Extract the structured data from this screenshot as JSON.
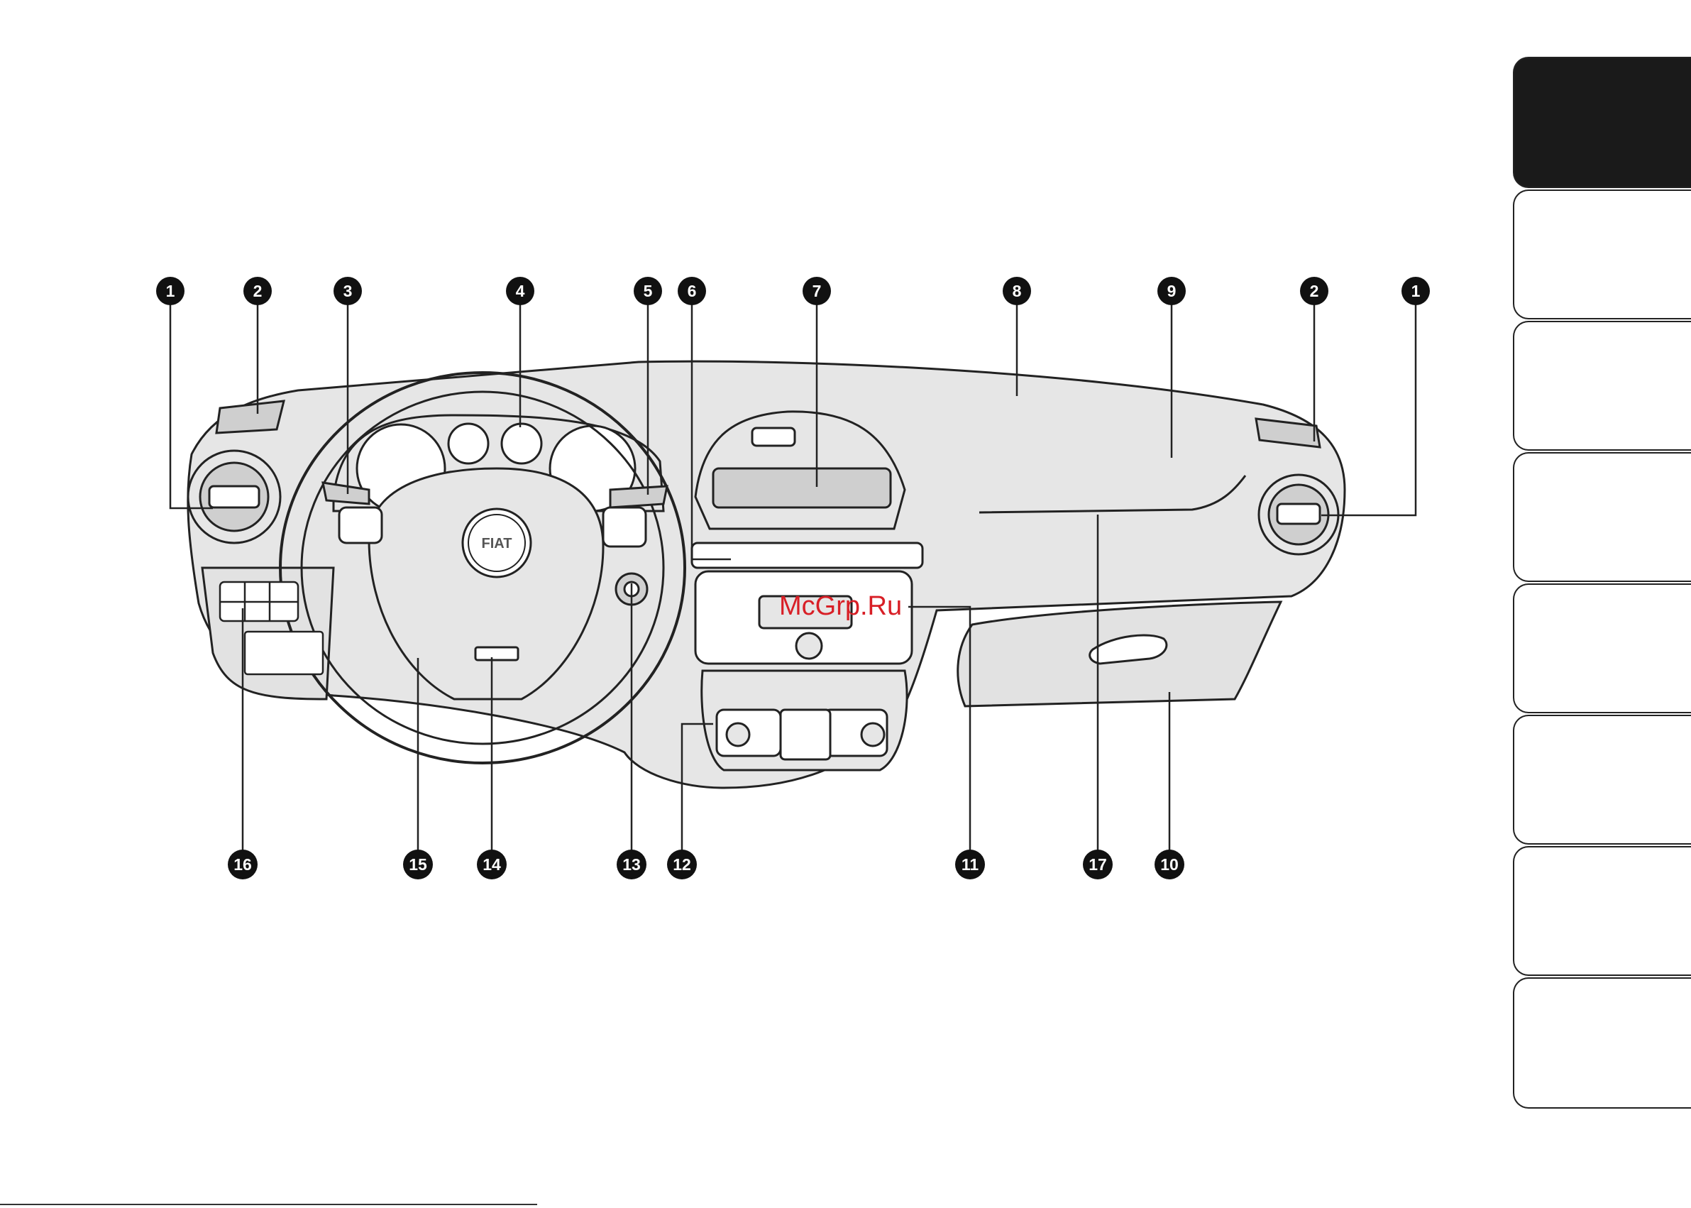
{
  "callouts": [
    {
      "id": "c1-left",
      "label": "1"
    },
    {
      "id": "c2-left",
      "label": "2"
    },
    {
      "id": "c3",
      "label": "3"
    },
    {
      "id": "c4",
      "label": "4"
    },
    {
      "id": "c5",
      "label": "5"
    },
    {
      "id": "c6",
      "label": "6"
    },
    {
      "id": "c7",
      "label": "7"
    },
    {
      "id": "c8",
      "label": "8"
    },
    {
      "id": "c9",
      "label": "9"
    },
    {
      "id": "c2-right",
      "label": "2"
    },
    {
      "id": "c1-right",
      "label": "1"
    },
    {
      "id": "c16",
      "label": "16"
    },
    {
      "id": "c15",
      "label": "15"
    },
    {
      "id": "c14",
      "label": "14"
    },
    {
      "id": "c13",
      "label": "13"
    },
    {
      "id": "c12",
      "label": "12"
    },
    {
      "id": "c11",
      "label": "11"
    },
    {
      "id": "c17",
      "label": "17"
    },
    {
      "id": "c10",
      "label": "10"
    }
  ],
  "steering_badge": "FIAT",
  "watermark": "McGrp.Ru",
  "tabs": [
    {
      "name": "tab-1",
      "active": true
    },
    {
      "name": "tab-2",
      "active": false
    },
    {
      "name": "tab-3",
      "active": false
    },
    {
      "name": "tab-4",
      "active": false
    },
    {
      "name": "tab-5",
      "active": false
    },
    {
      "name": "tab-6",
      "active": false
    },
    {
      "name": "tab-7",
      "active": false
    },
    {
      "name": "tab-8",
      "active": false
    }
  ],
  "colors": {
    "line": "#222222",
    "fill": "#e6e6e6",
    "tab_active": "#1a1a1a",
    "watermark": "#d81f26"
  }
}
